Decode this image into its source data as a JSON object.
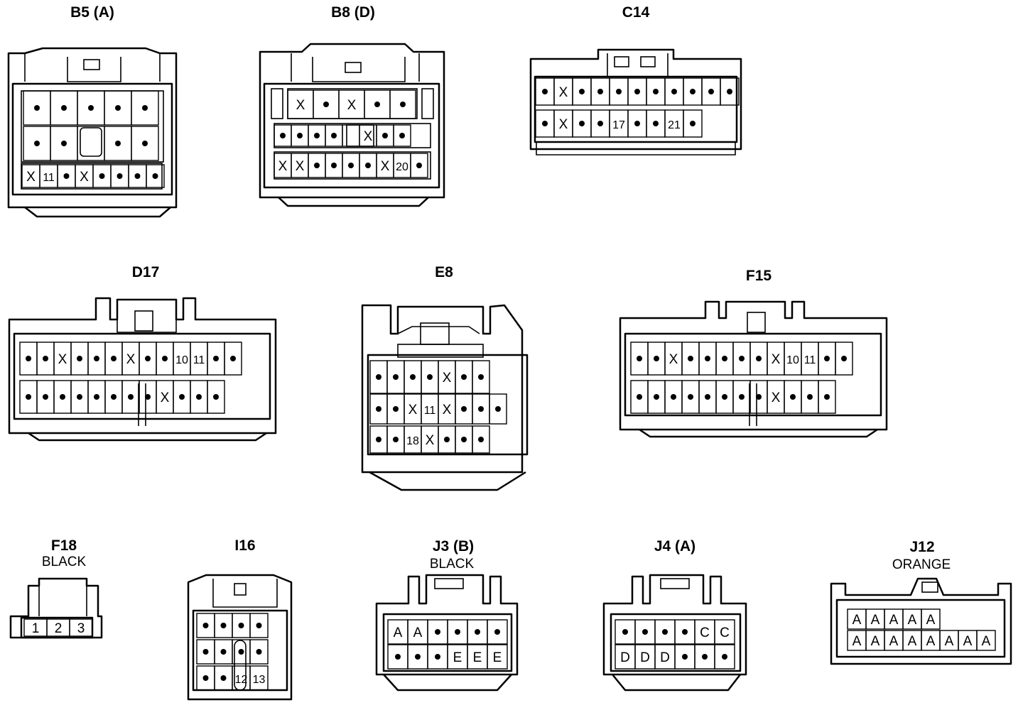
{
  "connectors": [
    {
      "title": "B5 (A)",
      "rows": [
        [
          "•",
          "•",
          "•",
          "•",
          "•"
        ],
        [
          "•",
          "•",
          "",
          "•",
          "•"
        ],
        [
          "X",
          "11",
          "•",
          "X",
          "•",
          "•",
          "•",
          "•"
        ]
      ]
    },
    {
      "title": "B8 (D)",
      "rows": [
        [
          "X",
          "•",
          "X",
          "•",
          "•"
        ],
        [
          "•",
          "•",
          "•",
          "•",
          "",
          "X",
          "•",
          "•"
        ],
        [
          "X",
          "X",
          "•",
          "•",
          "•",
          "•",
          "X",
          "20",
          "•"
        ]
      ]
    },
    {
      "title": "C14",
      "rows": [
        [
          "•",
          "X",
          "•",
          "•",
          "•",
          "•",
          "•",
          "•",
          "•",
          "•",
          "•"
        ],
        [
          "•",
          "X",
          "•",
          "•",
          "17",
          "•",
          "•",
          "21",
          "•"
        ]
      ]
    },
    {
      "title": "D17",
      "rows": [
        [
          "•",
          "•",
          "X",
          "•",
          "•",
          "•",
          "X",
          "•",
          "•",
          "10",
          "11",
          "•",
          "•"
        ],
        [
          "•",
          "•",
          "•",
          "•",
          "•",
          "•",
          "•",
          "•",
          "X",
          "•",
          "•",
          "•"
        ]
      ]
    },
    {
      "title": "E8",
      "rows": [
        [
          "•",
          "•",
          "•",
          "•",
          "X",
          "•",
          "•"
        ],
        [
          "•",
          "•",
          "X",
          "11",
          "X",
          "•",
          "•",
          "•"
        ],
        [
          "•",
          "•",
          "18",
          "X",
          "•",
          "•",
          "•"
        ]
      ]
    },
    {
      "title": "F15",
      "rows": [
        [
          "•",
          "•",
          "X",
          "•",
          "•",
          "•",
          "•",
          "•",
          "X",
          "10",
          "11",
          "•",
          "•"
        ],
        [
          "•",
          "•",
          "•",
          "•",
          "•",
          "•",
          "•",
          "•",
          "X",
          "•",
          "•",
          "•"
        ]
      ]
    },
    {
      "title": "F18",
      "subtitle": "BLACK",
      "rows": [
        [
          "1",
          "2",
          "3"
        ]
      ]
    },
    {
      "title": "I16",
      "rows": [
        [
          "•",
          "•",
          "•",
          "•"
        ],
        [
          "•",
          "•",
          "•",
          "•"
        ],
        [
          "•",
          "•",
          "12",
          "13"
        ]
      ]
    },
    {
      "title": "J3 (B)",
      "subtitle": "BLACK",
      "rows": [
        [
          "A",
          "A",
          "•",
          "•",
          "•",
          "•"
        ],
        [
          "•",
          "•",
          "•",
          "E",
          "E",
          "E"
        ]
      ]
    },
    {
      "title": "J4 (A)",
      "rows": [
        [
          "•",
          "•",
          "•",
          "•",
          "C",
          "C"
        ],
        [
          "D",
          "D",
          "D",
          "•",
          "•",
          "•"
        ]
      ]
    },
    {
      "title": "J12",
      "subtitle": "ORANGE",
      "rows": [
        [
          "A",
          "A",
          "A",
          "A",
          "A"
        ],
        [
          "A",
          "A",
          "A",
          "A",
          "A",
          "A",
          "A",
          "A"
        ]
      ]
    }
  ]
}
